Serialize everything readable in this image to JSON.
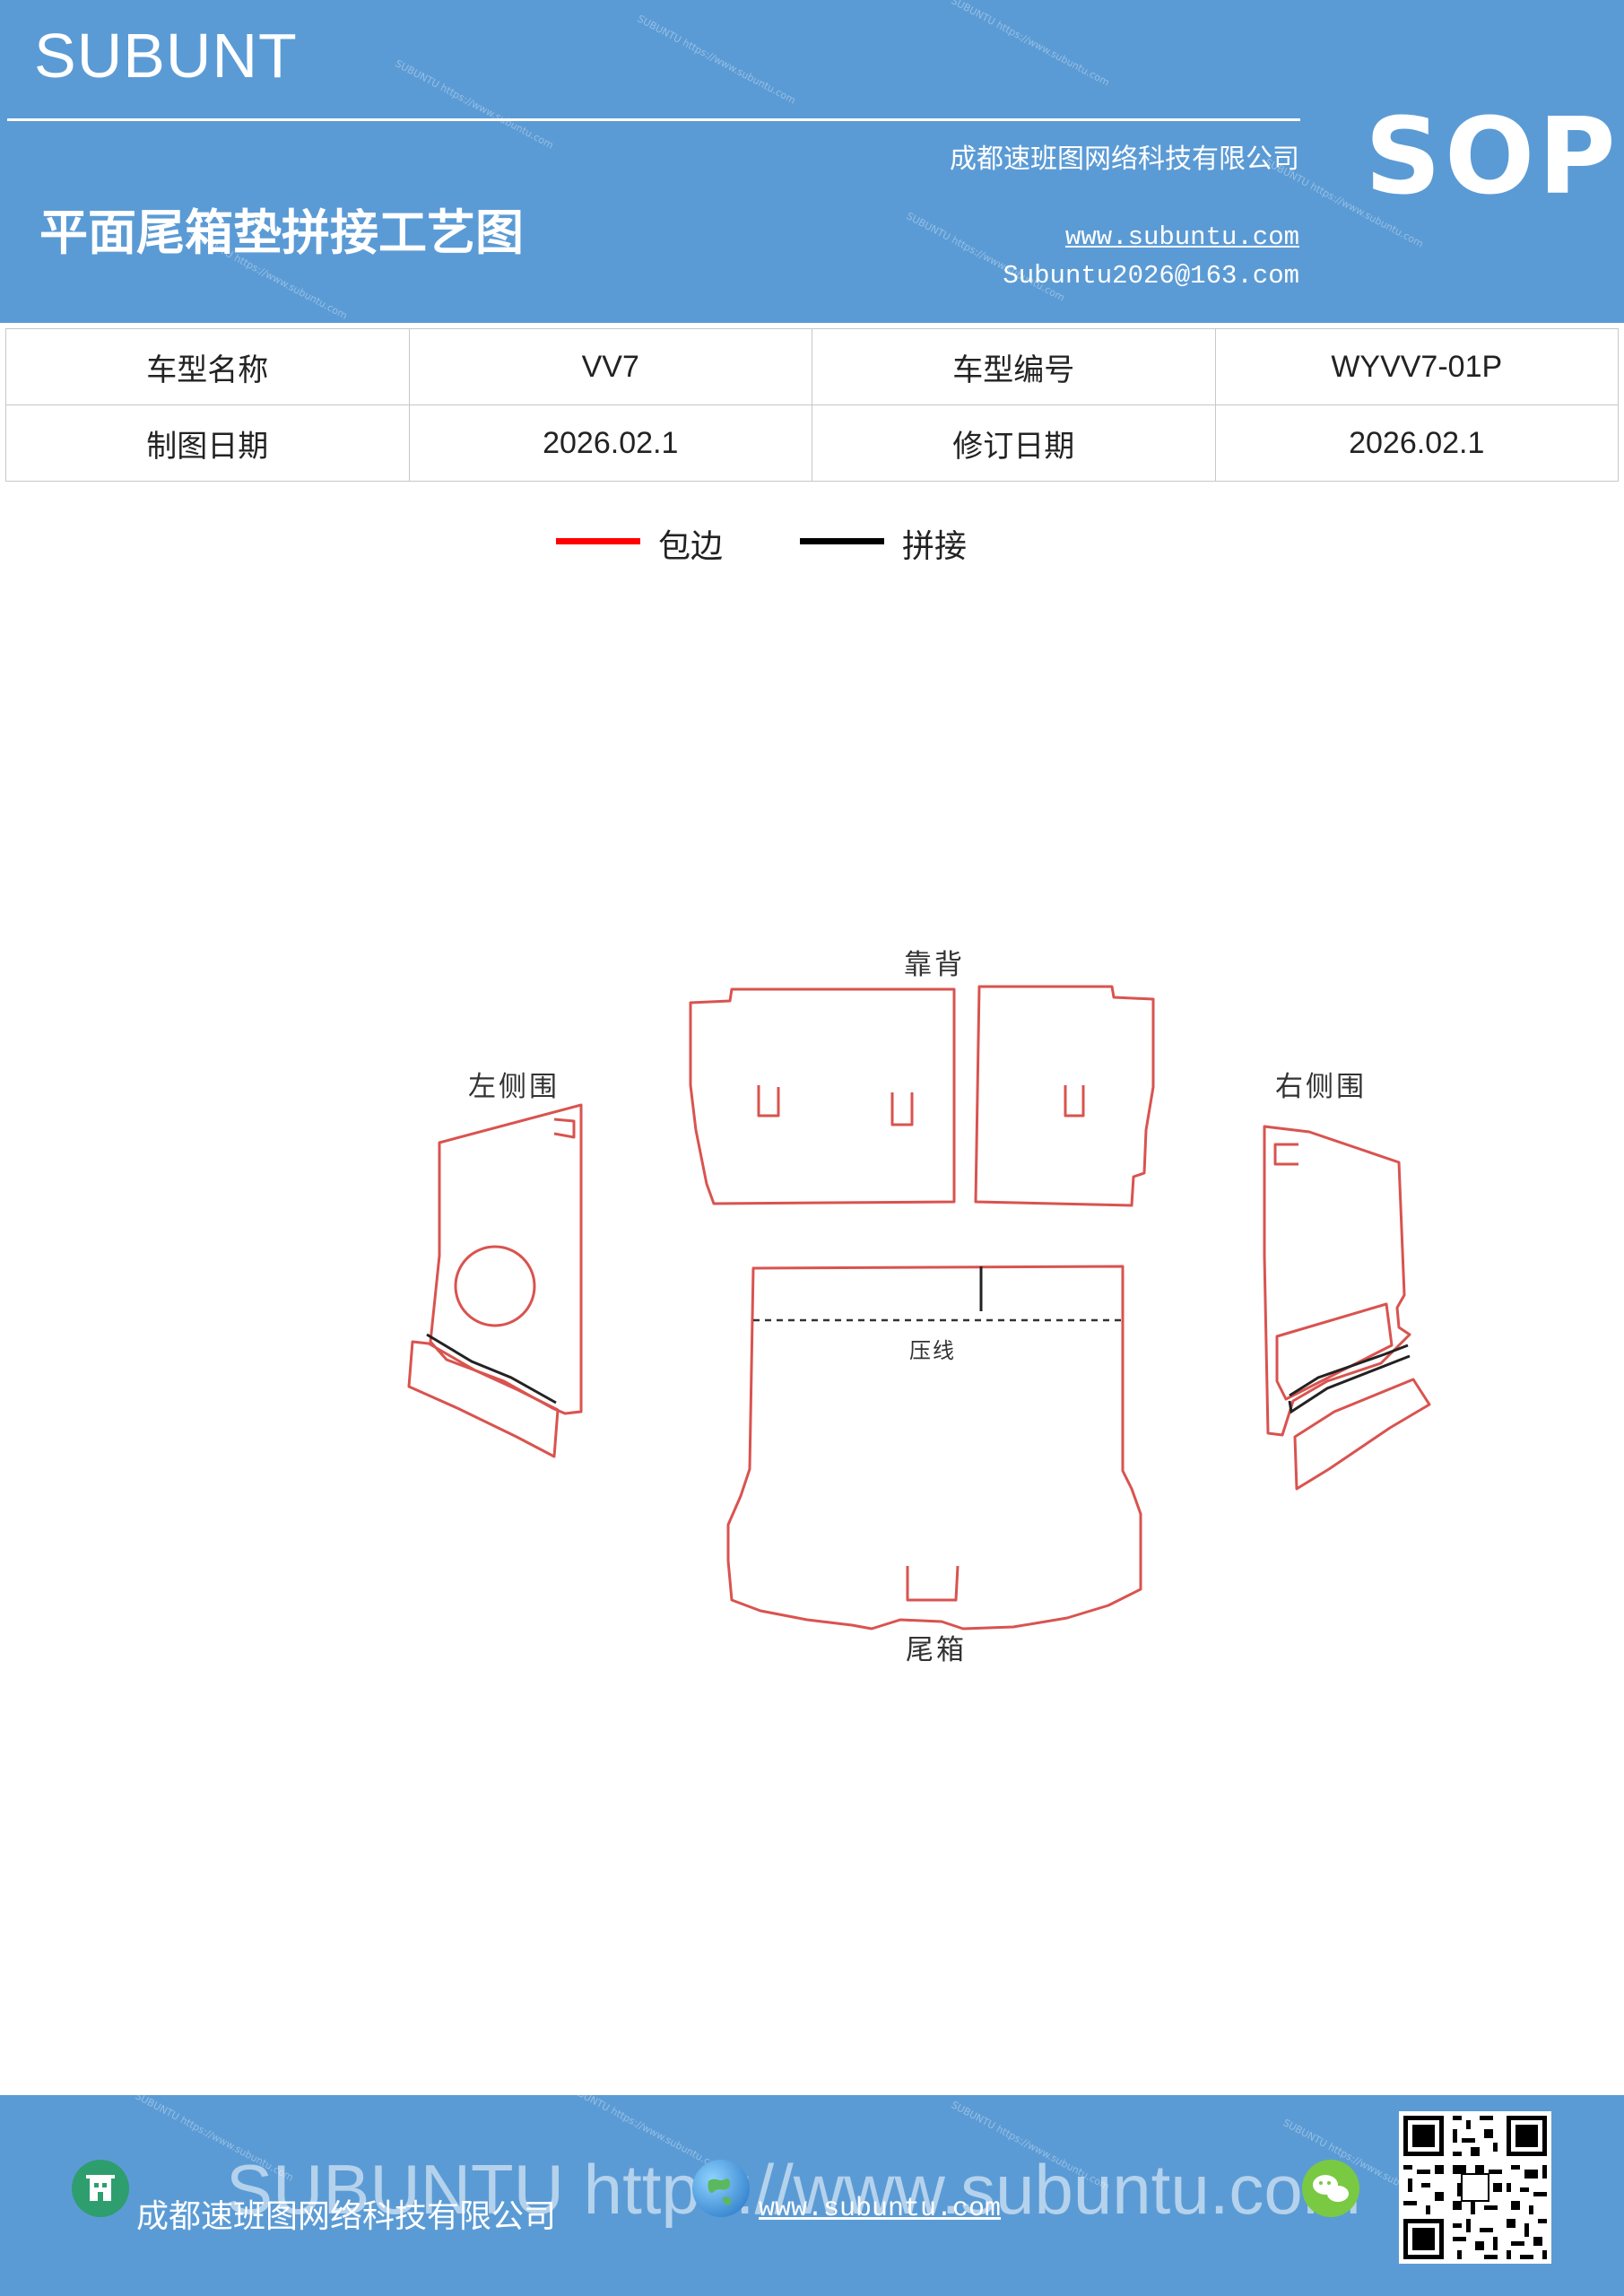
{
  "header": {
    "brand": "SUBUNT",
    "title": "平面尾箱垫拼接工艺图",
    "company": "成都速班图网络科技有限公司",
    "website": "www.subuntu.com",
    "email": "Subuntu2026@163.com",
    "badge": "SOP",
    "background_color": "#5b9bd5"
  },
  "info_table": {
    "rows": [
      [
        {
          "label": "车型名称",
          "value": "VV7"
        },
        {
          "label": "车型编号",
          "value": "WYVV7-01P"
        }
      ],
      [
        {
          "label": "制图日期",
          "value": "2026.02.1"
        },
        {
          "label": "修订日期",
          "value": "2026.02.1"
        }
      ]
    ]
  },
  "legend": {
    "items": [
      {
        "label": "包边",
        "color": "#ff0000"
      },
      {
        "label": "拼接",
        "color": "#000000"
      }
    ]
  },
  "diagram": {
    "labels": {
      "backrest": "靠背",
      "left_side": "左侧围",
      "right_side": "右侧围",
      "trunk": "尾箱",
      "crease": "压线"
    },
    "outline_color": "#d9534f",
    "seam_color": "#222222"
  },
  "footer": {
    "company": "成都速班图网络科技有限公司",
    "website": "www.subuntu.com",
    "watermark": "SUBUNTU https://www.subuntu.com"
  }
}
